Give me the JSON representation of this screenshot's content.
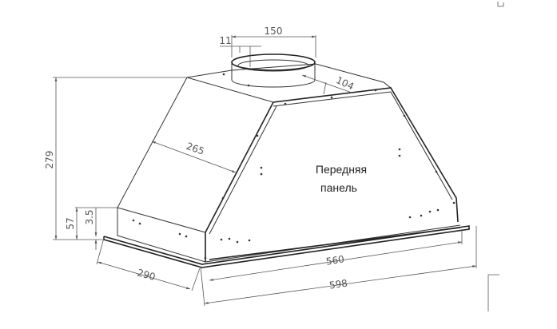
{
  "drawing": {
    "panel_label_line1": "Передняя",
    "panel_label_line2": "панель",
    "dimensions": {
      "duct_diameter": "150",
      "duct_offset": "11",
      "duct_depth": "104",
      "height_total": "279",
      "side_slant": "265",
      "lower_height": "57",
      "plate_thickness": "3.5",
      "depth": "290",
      "inner_width": "560",
      "outer_width": "598"
    }
  }
}
